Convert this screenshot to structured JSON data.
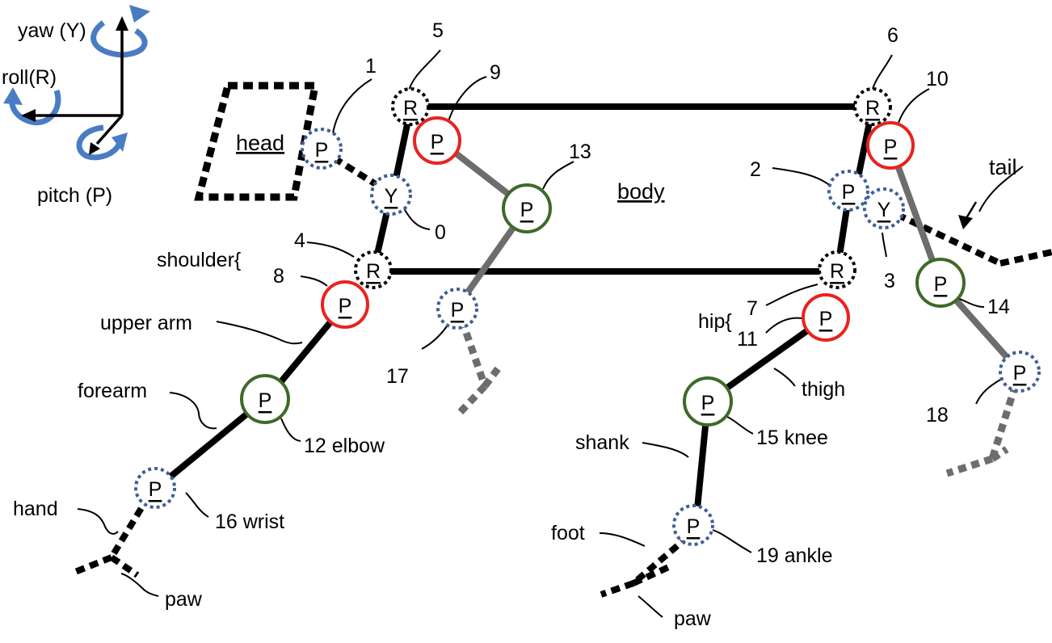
{
  "axes": {
    "yaw_label": "yaw (Y)",
    "roll_label": "roll(R)",
    "pitch_label": "pitch (P)"
  },
  "regions": {
    "head": "head",
    "body": "body",
    "tail": "tail"
  },
  "joints": [
    {
      "id": "0",
      "letter": "Y",
      "style": "dotted-blue"
    },
    {
      "id": "1",
      "letter": "P",
      "style": "dotted-blue"
    },
    {
      "id": "2",
      "letter": "P",
      "style": "dotted-blue"
    },
    {
      "id": "3",
      "letter": "Y",
      "style": "dotted-blue"
    },
    {
      "id": "4",
      "letter": "R",
      "style": "dotted-black"
    },
    {
      "id": "5",
      "letter": "R",
      "style": "dotted-black"
    },
    {
      "id": "6",
      "letter": "R",
      "style": "dotted-black"
    },
    {
      "id": "7",
      "letter": "R",
      "style": "dotted-black"
    },
    {
      "id": "8",
      "letter": "P",
      "style": "red"
    },
    {
      "id": "9",
      "letter": "P",
      "style": "red"
    },
    {
      "id": "10",
      "letter": "P",
      "style": "red"
    },
    {
      "id": "11",
      "letter": "P",
      "style": "red"
    },
    {
      "id": "12",
      "letter": "P",
      "style": "green"
    },
    {
      "id": "13",
      "letter": "P",
      "style": "green"
    },
    {
      "id": "14",
      "letter": "P",
      "style": "green"
    },
    {
      "id": "15",
      "letter": "P",
      "style": "green"
    },
    {
      "id": "16",
      "letter": "P",
      "style": "dotted-blue"
    },
    {
      "id": "17",
      "letter": "P",
      "style": "dotted-blue"
    },
    {
      "id": "18",
      "letter": "P",
      "style": "dotted-blue"
    },
    {
      "id": "19",
      "letter": "P",
      "style": "dotted-blue"
    }
  ],
  "numbers": {
    "n0": "0",
    "n1": "1",
    "n2": "2",
    "n3": "3",
    "n4": "4",
    "n5": "5",
    "n6": "6",
    "n7": "7",
    "n8": "8",
    "n9": "9",
    "n10": "10",
    "n11": "11",
    "n13": "13",
    "n14": "14",
    "n17": "17",
    "n18": "18"
  },
  "labels": {
    "shoulder": "shoulder{",
    "hip": "hip{",
    "upper_arm": "upper arm",
    "forearm": "forearm",
    "elbow": "12 elbow",
    "wrist": "16 wrist",
    "hand": "hand",
    "paw_front": "paw",
    "thigh": "thigh",
    "knee": "15 knee",
    "shank": "shank",
    "foot": "foot",
    "ankle": "19 ankle",
    "paw_rear": "paw"
  },
  "colors": {
    "dotted_blue": "#3f5f97",
    "red": "#e8231f",
    "green": "#3e6a28",
    "gray_link": "#6d6d6d",
    "axis_arrow_blue": "#4a7cc4",
    "link_black": "#000000"
  }
}
